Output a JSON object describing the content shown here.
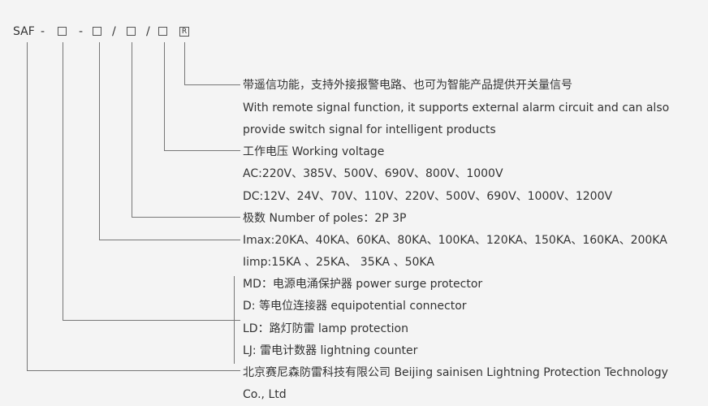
{
  "code": {
    "prefix": "SAF",
    "dash1": "-",
    "dash2": "-",
    "slash1": "/",
    "slash2": "/",
    "reg_mark": "R"
  },
  "lines": [
    "带遥信功能，支持外接报警电路、也可为智能产品提供开关量信号",
    "With remote signal function, it supports external alarm circuit and can also",
    "provide switch signal for intelligent products",
    "工作电压 Working voltage",
    "AC:220V、385V、500V、690V、800V、1000V",
    "DC:12V、24V、70V、110V、220V、500V、690V、1000V、1200V",
    "极数 Number of poles：2P 3P",
    "Imax:20KA、40KA、60KA、80KA、100KA、120KA、150KA、160KA、200KA",
    "Iimp:15KA 、25KA、 35KA 、50KA",
    "MD：电源电涌保护器 power surge protector",
    "D: 等电位连接器 equipotential connector",
    "LD：路灯防雷 lamp protection",
    "LJ: 雷电计数器 lightning counter",
    "北京赛尼森防雷科技有限公司 Beijing sainisen Lightning Protection Technology",
    "Co., Ltd"
  ]
}
